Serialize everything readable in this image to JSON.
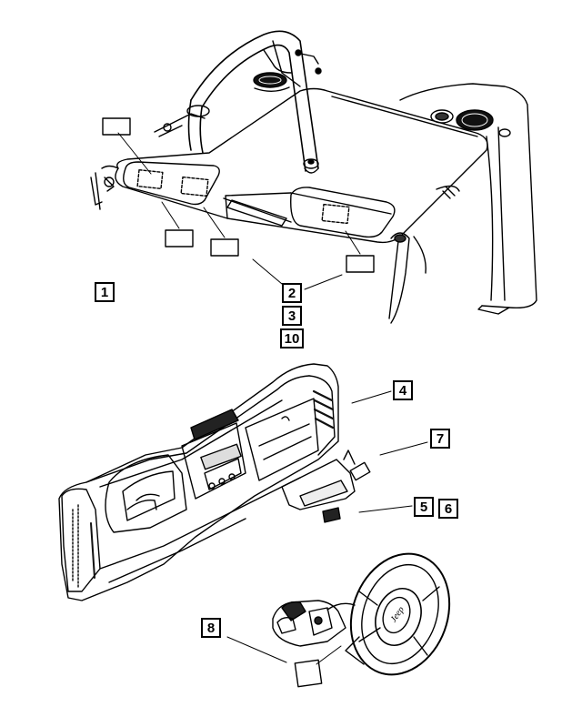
{
  "callouts": {
    "c1": "1",
    "c2": "2",
    "c3": "3",
    "c10": "10",
    "c4": "4",
    "c7": "7",
    "c5": "5",
    "c6": "6",
    "c8": "8"
  },
  "steering_logo": "Jeep",
  "colors": {
    "line": "#000000",
    "background": "#ffffff",
    "shade": "#222222"
  }
}
